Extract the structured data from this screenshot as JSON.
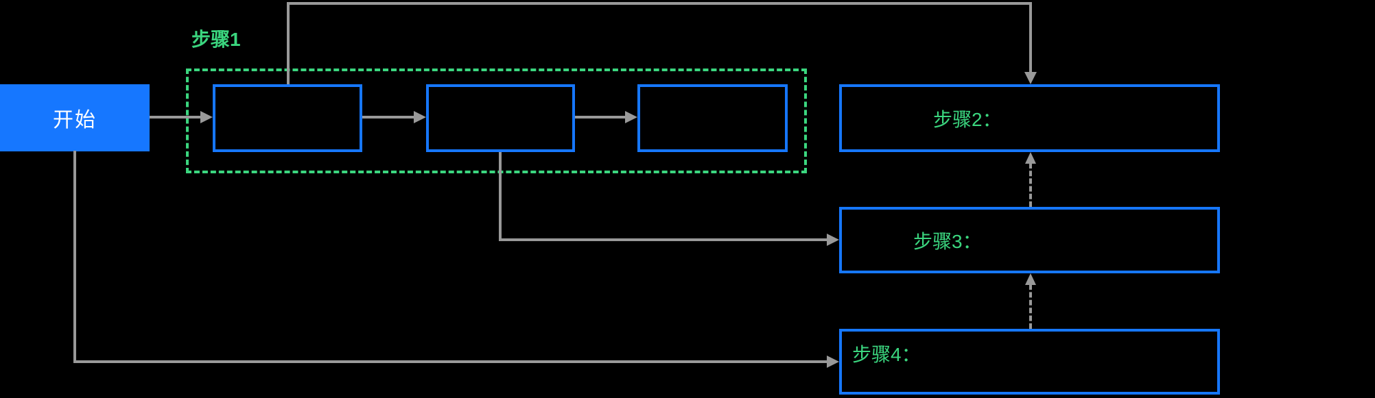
{
  "colors": {
    "background": "#000000",
    "node_blue": "#1677ff",
    "accent_green": "#3bd67f",
    "connector_gray": "#999999",
    "start_text": "#ffffff"
  },
  "diagram": {
    "start": {
      "label": "开始"
    },
    "group": {
      "label": "步骤1"
    },
    "inner_boxes": [
      {
        "label": ""
      },
      {
        "label": ""
      },
      {
        "label": ""
      }
    ],
    "steps": {
      "step2": {
        "label": "步骤2："
      },
      "step3": {
        "label": "步骤3："
      },
      "step4": {
        "label": "步骤4："
      }
    },
    "edges": [
      {
        "from": "start",
        "to": "inner-box-1",
        "style": "solid-arrow"
      },
      {
        "from": "inner-box-1",
        "to": "inner-box-2",
        "style": "solid-arrow"
      },
      {
        "from": "inner-box-2",
        "to": "inner-box-3",
        "style": "solid-arrow"
      },
      {
        "from": "inner-box-1-top",
        "to": "step2-top",
        "style": "solid-arrow-loop-over-top"
      },
      {
        "from": "inner-box-2-bottom",
        "to": "step3-left",
        "style": "solid-arrow"
      },
      {
        "from": "start-bottom",
        "to": "step4-left",
        "style": "solid-arrow"
      },
      {
        "from": "step4-top",
        "to": "step3-bottom",
        "style": "dashed-arrow-up"
      },
      {
        "from": "step3-top",
        "to": "step2-bottom",
        "style": "dashed-arrow-up"
      }
    ]
  }
}
